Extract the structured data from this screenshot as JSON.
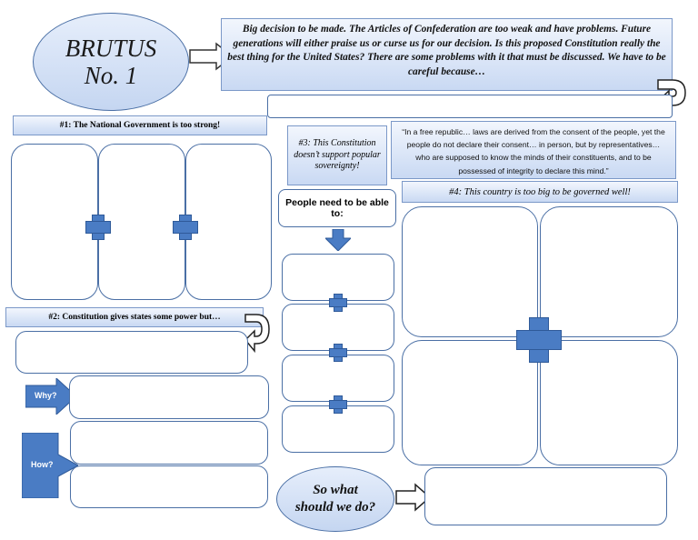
{
  "title": {
    "line1": "BRUTUS",
    "line2": "No. 1"
  },
  "intro": "Big decision to be made. The Articles of Confederation are too weak and have problems. Future generations will either praise us or curse us for our decision. Is this proposed Constitution really the best thing for the United States? There are some problems with it that must be discussed. We have to be careful because…",
  "point1": "#1: The National Government is too strong!",
  "point2": "#2: Constitution gives states some power but…",
  "point3": "#3: This Constitution doesn’t support popular sovereignty!",
  "point4": "#4: This country is too big to be governed well!",
  "quote": "“In a free republic… laws are derived from the consent of the people, yet the people do not declare their consent… in person, but by representatives… who are supposed to know the minds of their constituents, and to be possessed of integrity to declare this mind.”",
  "people_need": "People need to be able to:",
  "why_label": "Why?",
  "how_label": "How?",
  "so_what": {
    "line1": "So what",
    "line2": "should we do?"
  },
  "colors": {
    "accent": "#4a7cc4",
    "border": "#4a6fa5"
  }
}
